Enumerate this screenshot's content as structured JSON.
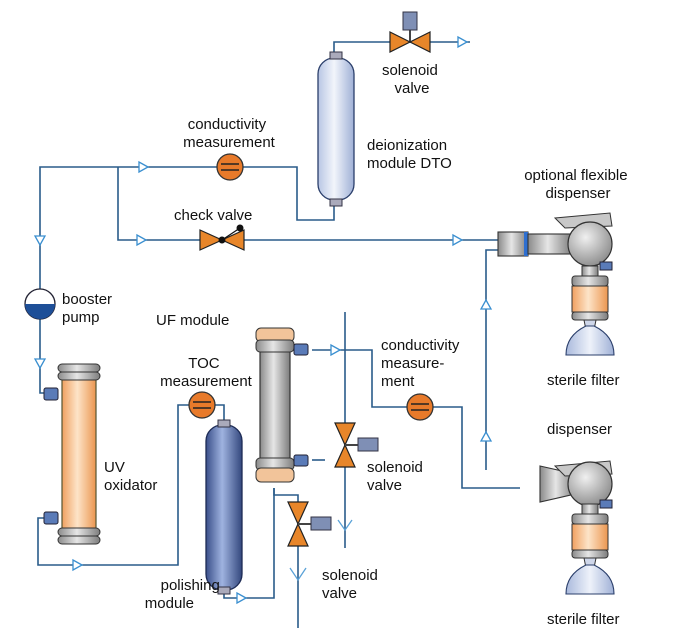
{
  "labels": {
    "solenoid_valve_top": [
      "solenoid",
      "valve"
    ],
    "conductivity_top": [
      "conductivity",
      "measurement"
    ],
    "deionization": [
      "deionization",
      "module DTO"
    ],
    "optional_dispenser": [
      "optional flexible",
      "dispenser"
    ],
    "check_valve": "check valve",
    "booster_pump": [
      "booster",
      "pump"
    ],
    "uf_module": "UF module",
    "toc": [
      "TOC",
      "measurement"
    ],
    "conductivity_mid": [
      "conductivity",
      "measure-",
      "ment"
    ],
    "sterile_filter_top": "sterile filter",
    "dispenser": "dispenser",
    "uv_oxidator": [
      "UV",
      "oxidator"
    ],
    "solenoid_valve_mid": [
      "solenoid",
      "valve"
    ],
    "polishing": [
      "polishing",
      "module"
    ],
    "solenoid_valve_bottom": [
      "solenoid",
      "valve"
    ],
    "sterile_filter_bottom": "sterile filter"
  },
  "colors": {
    "pipe": "#2a5c8a",
    "arrow": "#3a8fd0",
    "valve_orange": "#e8862a",
    "meter_orange": "#e87a2a",
    "uv_body": "#f5b070",
    "blue_vessel": "#6b86c2",
    "light_vessel": "#d8e0f0"
  }
}
